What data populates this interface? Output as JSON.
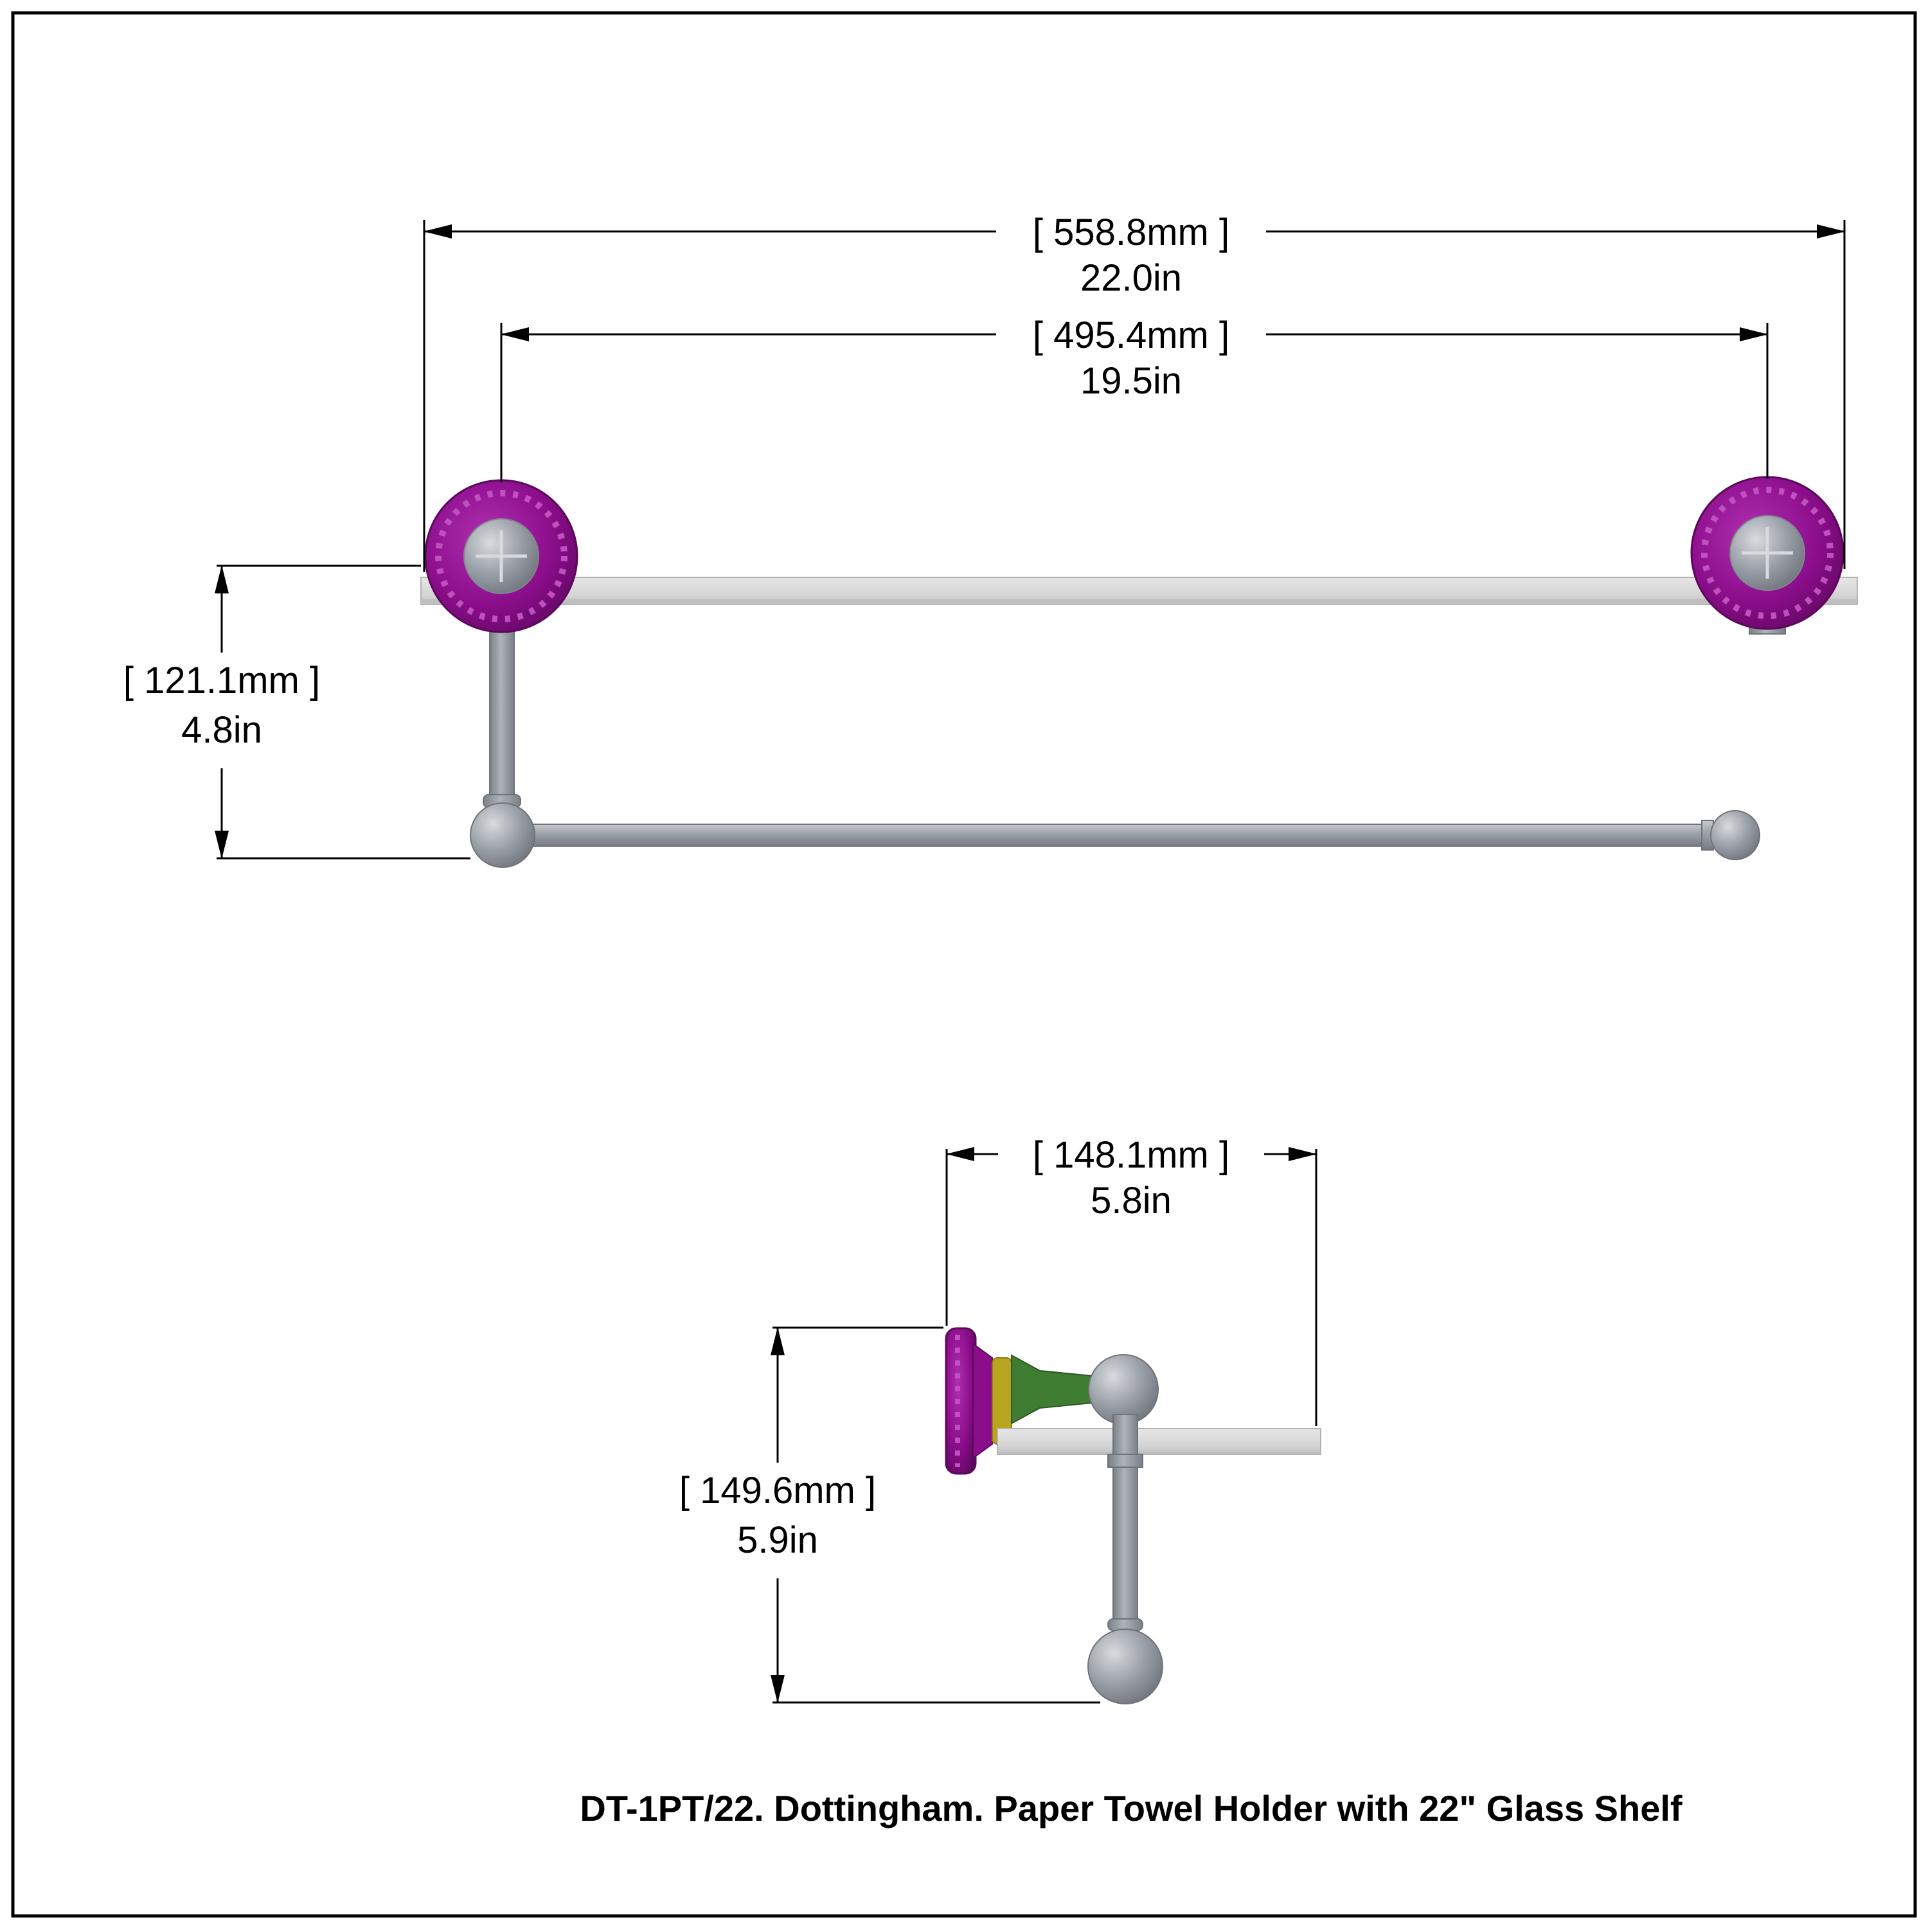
{
  "caption": "DT-1PT/22. Dottingham. Paper Towel Holder with 22\" Glass Shelf",
  "front_view": {
    "overall_width": {
      "metric": "[ 558.8mm ]",
      "imperial": "22.0in"
    },
    "center_to_center": {
      "metric": "[ 495.4mm ]",
      "imperial": "19.5in"
    },
    "drop_height": {
      "metric": "[ 121.1mm ]",
      "imperial": "4.8in"
    }
  },
  "side_view": {
    "depth": {
      "metric": "[ 148.1mm ]",
      "imperial": "5.8in"
    },
    "height": {
      "metric": "[ 149.6mm ]",
      "imperial": "5.9in"
    }
  },
  "colors": {
    "flange_purple": "#8a0d8a",
    "metal_gray": "#9aa0a8",
    "glass_shelf": "#d9d9d9",
    "stem_green": "#3f7d32",
    "stem_brass": "#b8a41e",
    "dimension_lines": "#000000"
  }
}
